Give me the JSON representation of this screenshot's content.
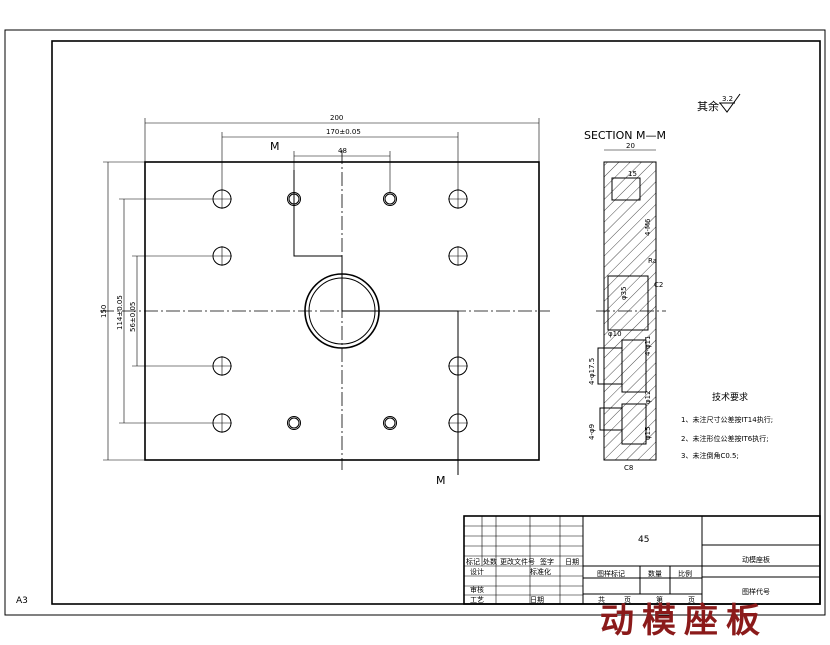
{
  "sheet": {
    "size_label": "A3",
    "roughness_note": "其余"
  },
  "plan_view": {
    "dim_overall_width": "200",
    "dim_hole_spacing": "170±0.05",
    "dim_inner_spacing": "48",
    "dim_overall_height": "150",
    "dim_vert_outer": "114±0.05",
    "dim_vert_inner": "56±0.05",
    "section_marker_top": "M",
    "section_marker_bottom": "M"
  },
  "section_view": {
    "title": "SECTION  M—M",
    "dim_thickness": "20",
    "labels": [
      "15",
      "4-M6",
      "Ra",
      "C2",
      "φ35",
      "φ10",
      "4-φ11",
      "4-φ17.5",
      "φ12",
      "4-φ9",
      "φ15",
      "C8"
    ]
  },
  "tech_requirements": {
    "heading": "技术要求",
    "items": [
      "1、未注尺寸公差按IT14执行;",
      "2、未注形位公差按IT6执行;",
      "3、未注倒角C0.5;"
    ]
  },
  "title_block": {
    "material": "45",
    "part_name": "动模座板",
    "drawing_no_label": "图样代号",
    "hdr_mark": "标记",
    "hdr_count": "处数",
    "hdr_change_doc": "更改文件号",
    "hdr_sign": "签字",
    "hdr_date": "日期",
    "hdr_design": "设计",
    "hdr_std": "标准化",
    "hdr_stage": "图样标记",
    "hdr_weight": "数量",
    "hdr_scale": "比例",
    "hdr_review": "审核",
    "hdr_craft": "工艺",
    "hdr_date2": "日期",
    "hdr_total": "共",
    "hdr_page": "页",
    "hdr_sheet_no": "第",
    "hdr_page2": "页"
  },
  "banner": {
    "text": "动模座板"
  }
}
